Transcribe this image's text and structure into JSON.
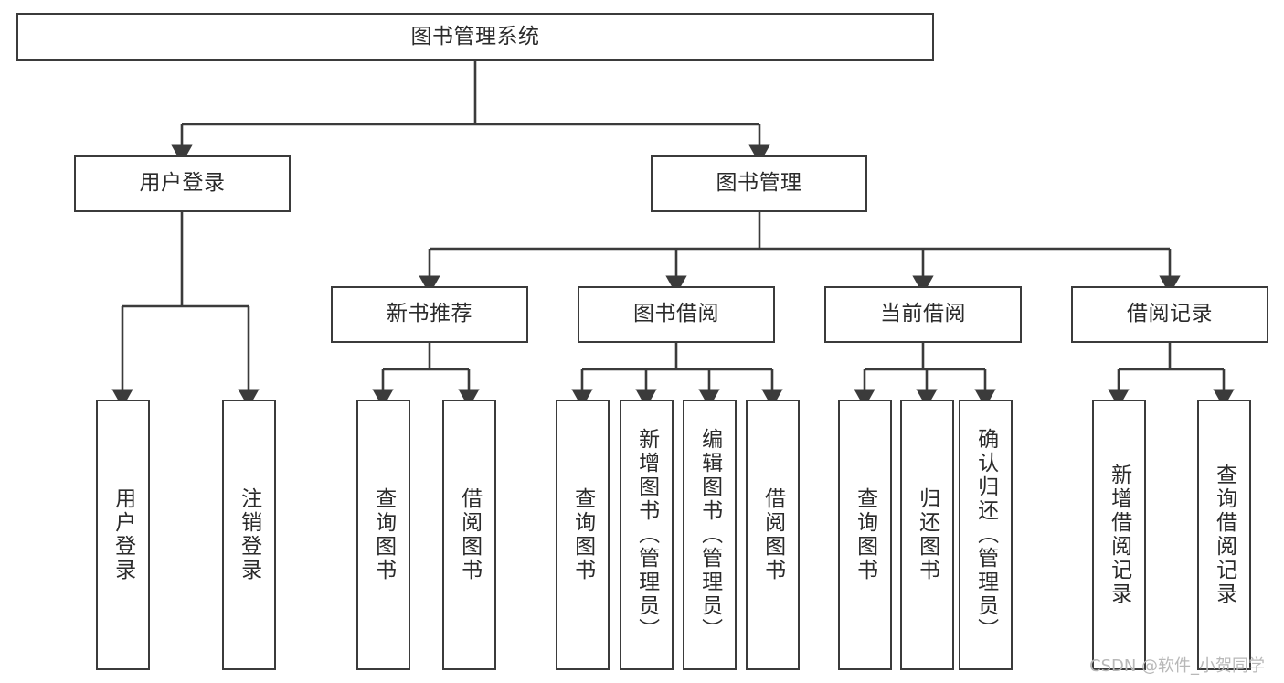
{
  "diagram": {
    "type": "tree-hierarchy",
    "title": "图书管理系统",
    "stroke_color": "#3b3b3b",
    "text_color": "#2b2b2b",
    "background_color": "#ffffff",
    "nodes": {
      "root": {
        "label": "图书管理系统"
      },
      "level2": [
        {
          "id": "user-login",
          "label": "用户登录"
        },
        {
          "id": "book-manage",
          "label": "图书管理"
        }
      ],
      "level3": [
        {
          "id": "new-book-recommend",
          "label": "新书推荐"
        },
        {
          "id": "book-borrow",
          "label": "图书借阅"
        },
        {
          "id": "current-borrow",
          "label": "当前借阅"
        },
        {
          "id": "borrow-record",
          "label": "借阅记录"
        }
      ],
      "leaves": [
        {
          "id": "leaf-user-login",
          "label": "用户登录",
          "parent": "user-login"
        },
        {
          "id": "leaf-logout-login",
          "label": "注销登录",
          "parent": "user-login"
        },
        {
          "id": "leaf-query-book-1",
          "label": "查询图书",
          "parent": "new-book-recommend"
        },
        {
          "id": "leaf-borrow-book-1",
          "label": "借阅图书",
          "parent": "new-book-recommend"
        },
        {
          "id": "leaf-query-book-2",
          "label": "查询图书",
          "parent": "book-borrow"
        },
        {
          "id": "leaf-add-book",
          "label": "新增图书（管理员）",
          "parent": "book-borrow"
        },
        {
          "id": "leaf-edit-book",
          "label": "编辑图书（管理员）",
          "parent": "book-borrow"
        },
        {
          "id": "leaf-borrow-book-2",
          "label": "借阅图书",
          "parent": "book-borrow"
        },
        {
          "id": "leaf-query-book-3",
          "label": "查询图书",
          "parent": "current-borrow"
        },
        {
          "id": "leaf-return-book",
          "label": "归还图书",
          "parent": "current-borrow"
        },
        {
          "id": "leaf-confirm-return",
          "label": "确认归还（管理员）",
          "parent": "current-borrow"
        },
        {
          "id": "leaf-add-record",
          "label": "新增借阅记录",
          "parent": "borrow-record"
        },
        {
          "id": "leaf-query-record",
          "label": "查询借阅记录",
          "parent": "borrow-record"
        }
      ]
    },
    "watermark": "CSDN @软件_小贺同学"
  }
}
